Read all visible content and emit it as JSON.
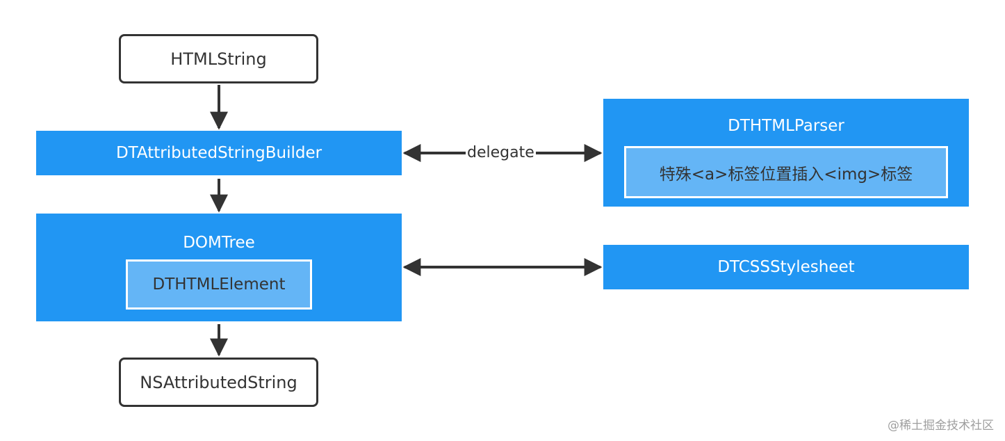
{
  "nodes": {
    "html_string": "HTMLString",
    "builder": "DTAttributedStringBuilder",
    "parser": {
      "title": "DTHTMLParser",
      "inner": "特殊<a>标签位置插入<img>标签"
    },
    "dom_tree": {
      "title": "DOMTree",
      "inner": "DTHTMLElement"
    },
    "stylesheet": "DTCSSStylesheet",
    "ns_attributed_string": "NSAttributedString"
  },
  "edges": {
    "delegate_label": "delegate"
  },
  "watermark": "@稀土掘金技术社区",
  "colors": {
    "box_blue": "#2196f3",
    "inner_blue": "#64b5f6",
    "outline": "#333333",
    "arrow": "#333333"
  }
}
